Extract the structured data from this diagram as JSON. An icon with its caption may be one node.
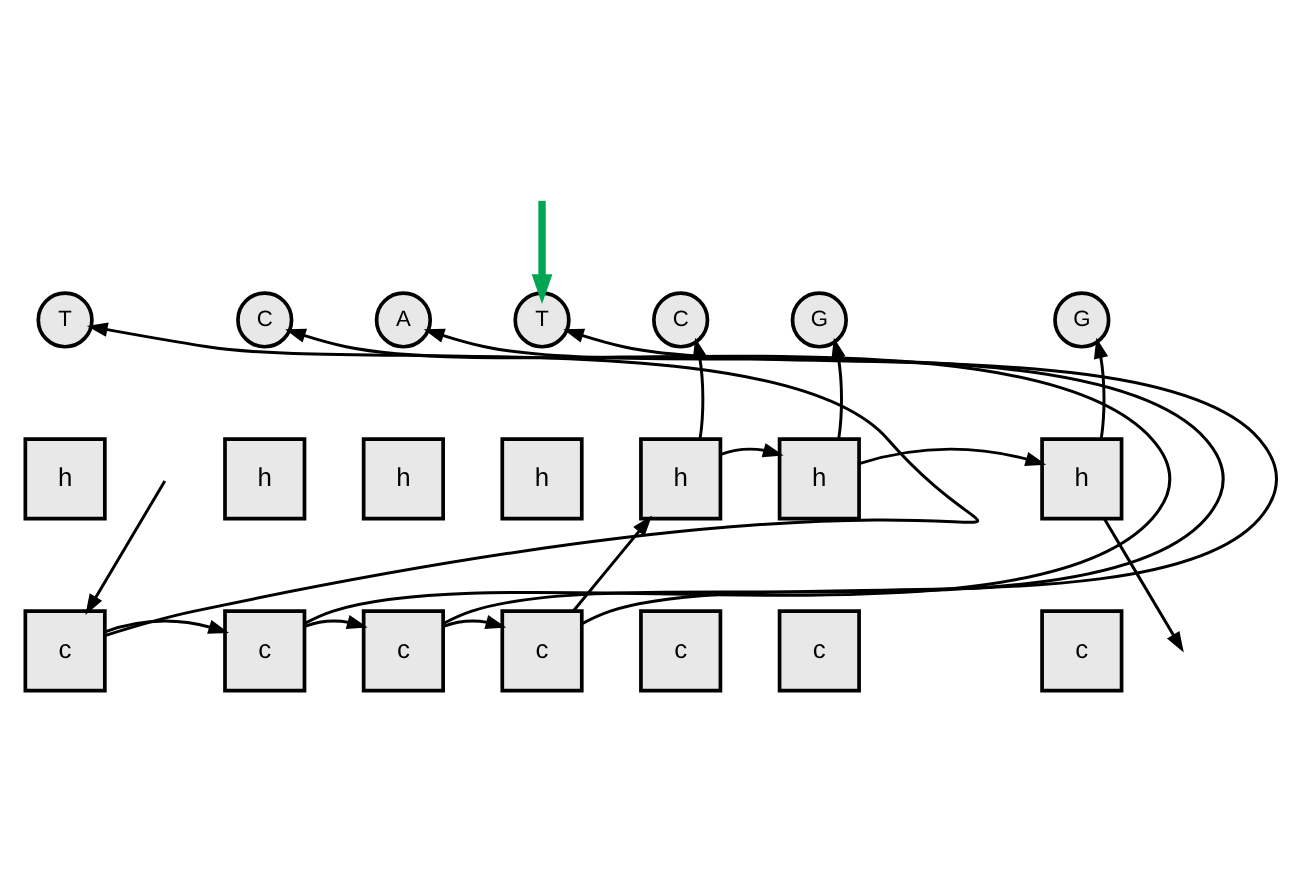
{
  "diagram": {
    "nodes": [
      {
        "text": [
          "T"
        ]
      },
      {
        "text": [
          "C"
        ]
      },
      {
        "text": [
          "A"
        ]
      },
      {
        "text": [
          "T"
        ]
      },
      {
        "text": [
          "C"
        ]
      },
      {
        "text": [
          "G"
        ]
      },
      {
        "text": [
          "G"
        ]
      },
      {
        "text": [
          "h"
        ]
      },
      {
        "text": [
          "h"
        ]
      },
      {
        "text": [
          "h"
        ]
      },
      {
        "text": [
          "h"
        ]
      },
      {
        "text": [
          "h"
        ]
      },
      {
        "text": [
          "h"
        ]
      },
      {
        "text": [
          "h"
        ]
      },
      {
        "text": [
          "c"
        ]
      },
      {
        "text": [
          "c"
        ]
      },
      {
        "text": [
          "c"
        ]
      },
      {
        "text": [
          "c"
        ]
      },
      {
        "text": [
          "c"
        ]
      },
      {
        "text": [
          "c"
        ]
      },
      {
        "text": [
          "c"
        ]
      }
    ],
    "edges": [
      {
        "from": null,
        "to": 3,
        "arrow": "to",
        "style": "thick",
        "color": "#00a651"
      },
      {
        "from": null,
        "to": 14,
        "arrow": "to"
      },
      {
        "from": 14,
        "to": 15,
        "arrow": "to"
      },
      {
        "from": 15,
        "to": 16,
        "arrow": "to"
      },
      {
        "from": 16,
        "to": 17,
        "arrow": "to"
      },
      {
        "from": 14,
        "to": 0,
        "arrow": "to"
      },
      {
        "from": 15,
        "to": 1,
        "arrow": "to"
      },
      {
        "from": 16,
        "to": 2,
        "arrow": "to"
      },
      {
        "from": 17,
        "to": 3,
        "arrow": "to"
      },
      {
        "from": 17,
        "to": 11,
        "arrow": "to"
      },
      {
        "from": 11,
        "to": 12,
        "arrow": "to"
      },
      {
        "from": 12,
        "to": 13,
        "arrow": "to"
      },
      {
        "from": 13,
        "to": null,
        "arrow": "to"
      },
      {
        "from": 11,
        "to": 4,
        "arrow": "to"
      },
      {
        "from": 12,
        "to": 5,
        "arrow": "to"
      },
      {
        "from": 13,
        "to": 6,
        "arrow": "to"
      }
    ]
  }
}
